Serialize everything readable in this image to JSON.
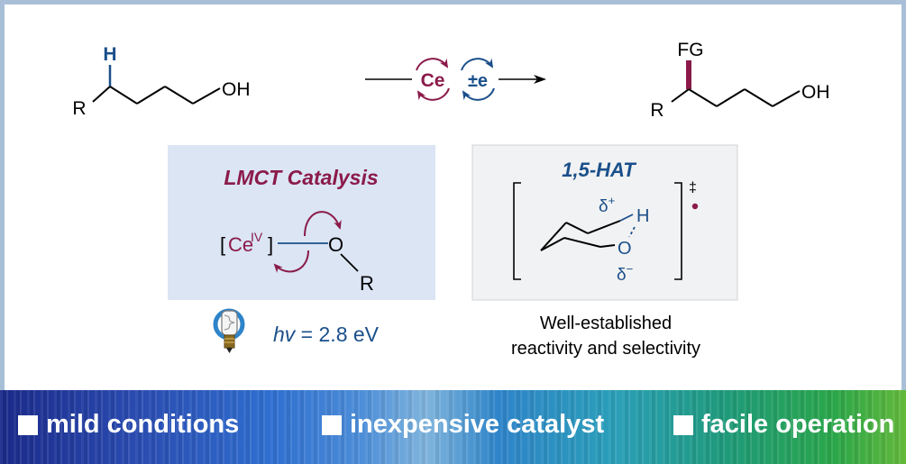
{
  "reaction": {
    "substrate": {
      "h_label": "H",
      "r_label": "R",
      "oh_label": "OH"
    },
    "catalysts": {
      "ce_label": "Ce",
      "electron_label": "±e"
    },
    "product": {
      "fg_label": "FG",
      "r_label": "R",
      "oh_label": "OH"
    }
  },
  "lmct_panel": {
    "title": "LMCT Catalysis",
    "ce_left_bracket": "[",
    "ce_label": "Ce",
    "ce_superscript": "IV",
    "ce_right_bracket": "]",
    "o_label": "O",
    "r_label": "R"
  },
  "hat_panel": {
    "title": "1,5-HAT",
    "delta_plus": "δ",
    "plus": "+",
    "delta_minus": "δ",
    "minus": "−",
    "h_label": "H",
    "o_label": "O",
    "dagger": "‡"
  },
  "light": {
    "hv": "hv",
    "equals_value": " = 2.8 eV"
  },
  "hat_caption": {
    "line1": "Well-established",
    "line2": "reactivity and selectivity"
  },
  "banner": {
    "items": [
      "mild conditions",
      "inexpensive catalyst",
      "facile operation"
    ]
  },
  "colors": {
    "blue": "#1a4f8a",
    "maroon": "#8b1a4a",
    "lmct_bg": "#dbe5f4",
    "hat_bg": "#f1f2f3",
    "frame": "#a9bfd8"
  }
}
